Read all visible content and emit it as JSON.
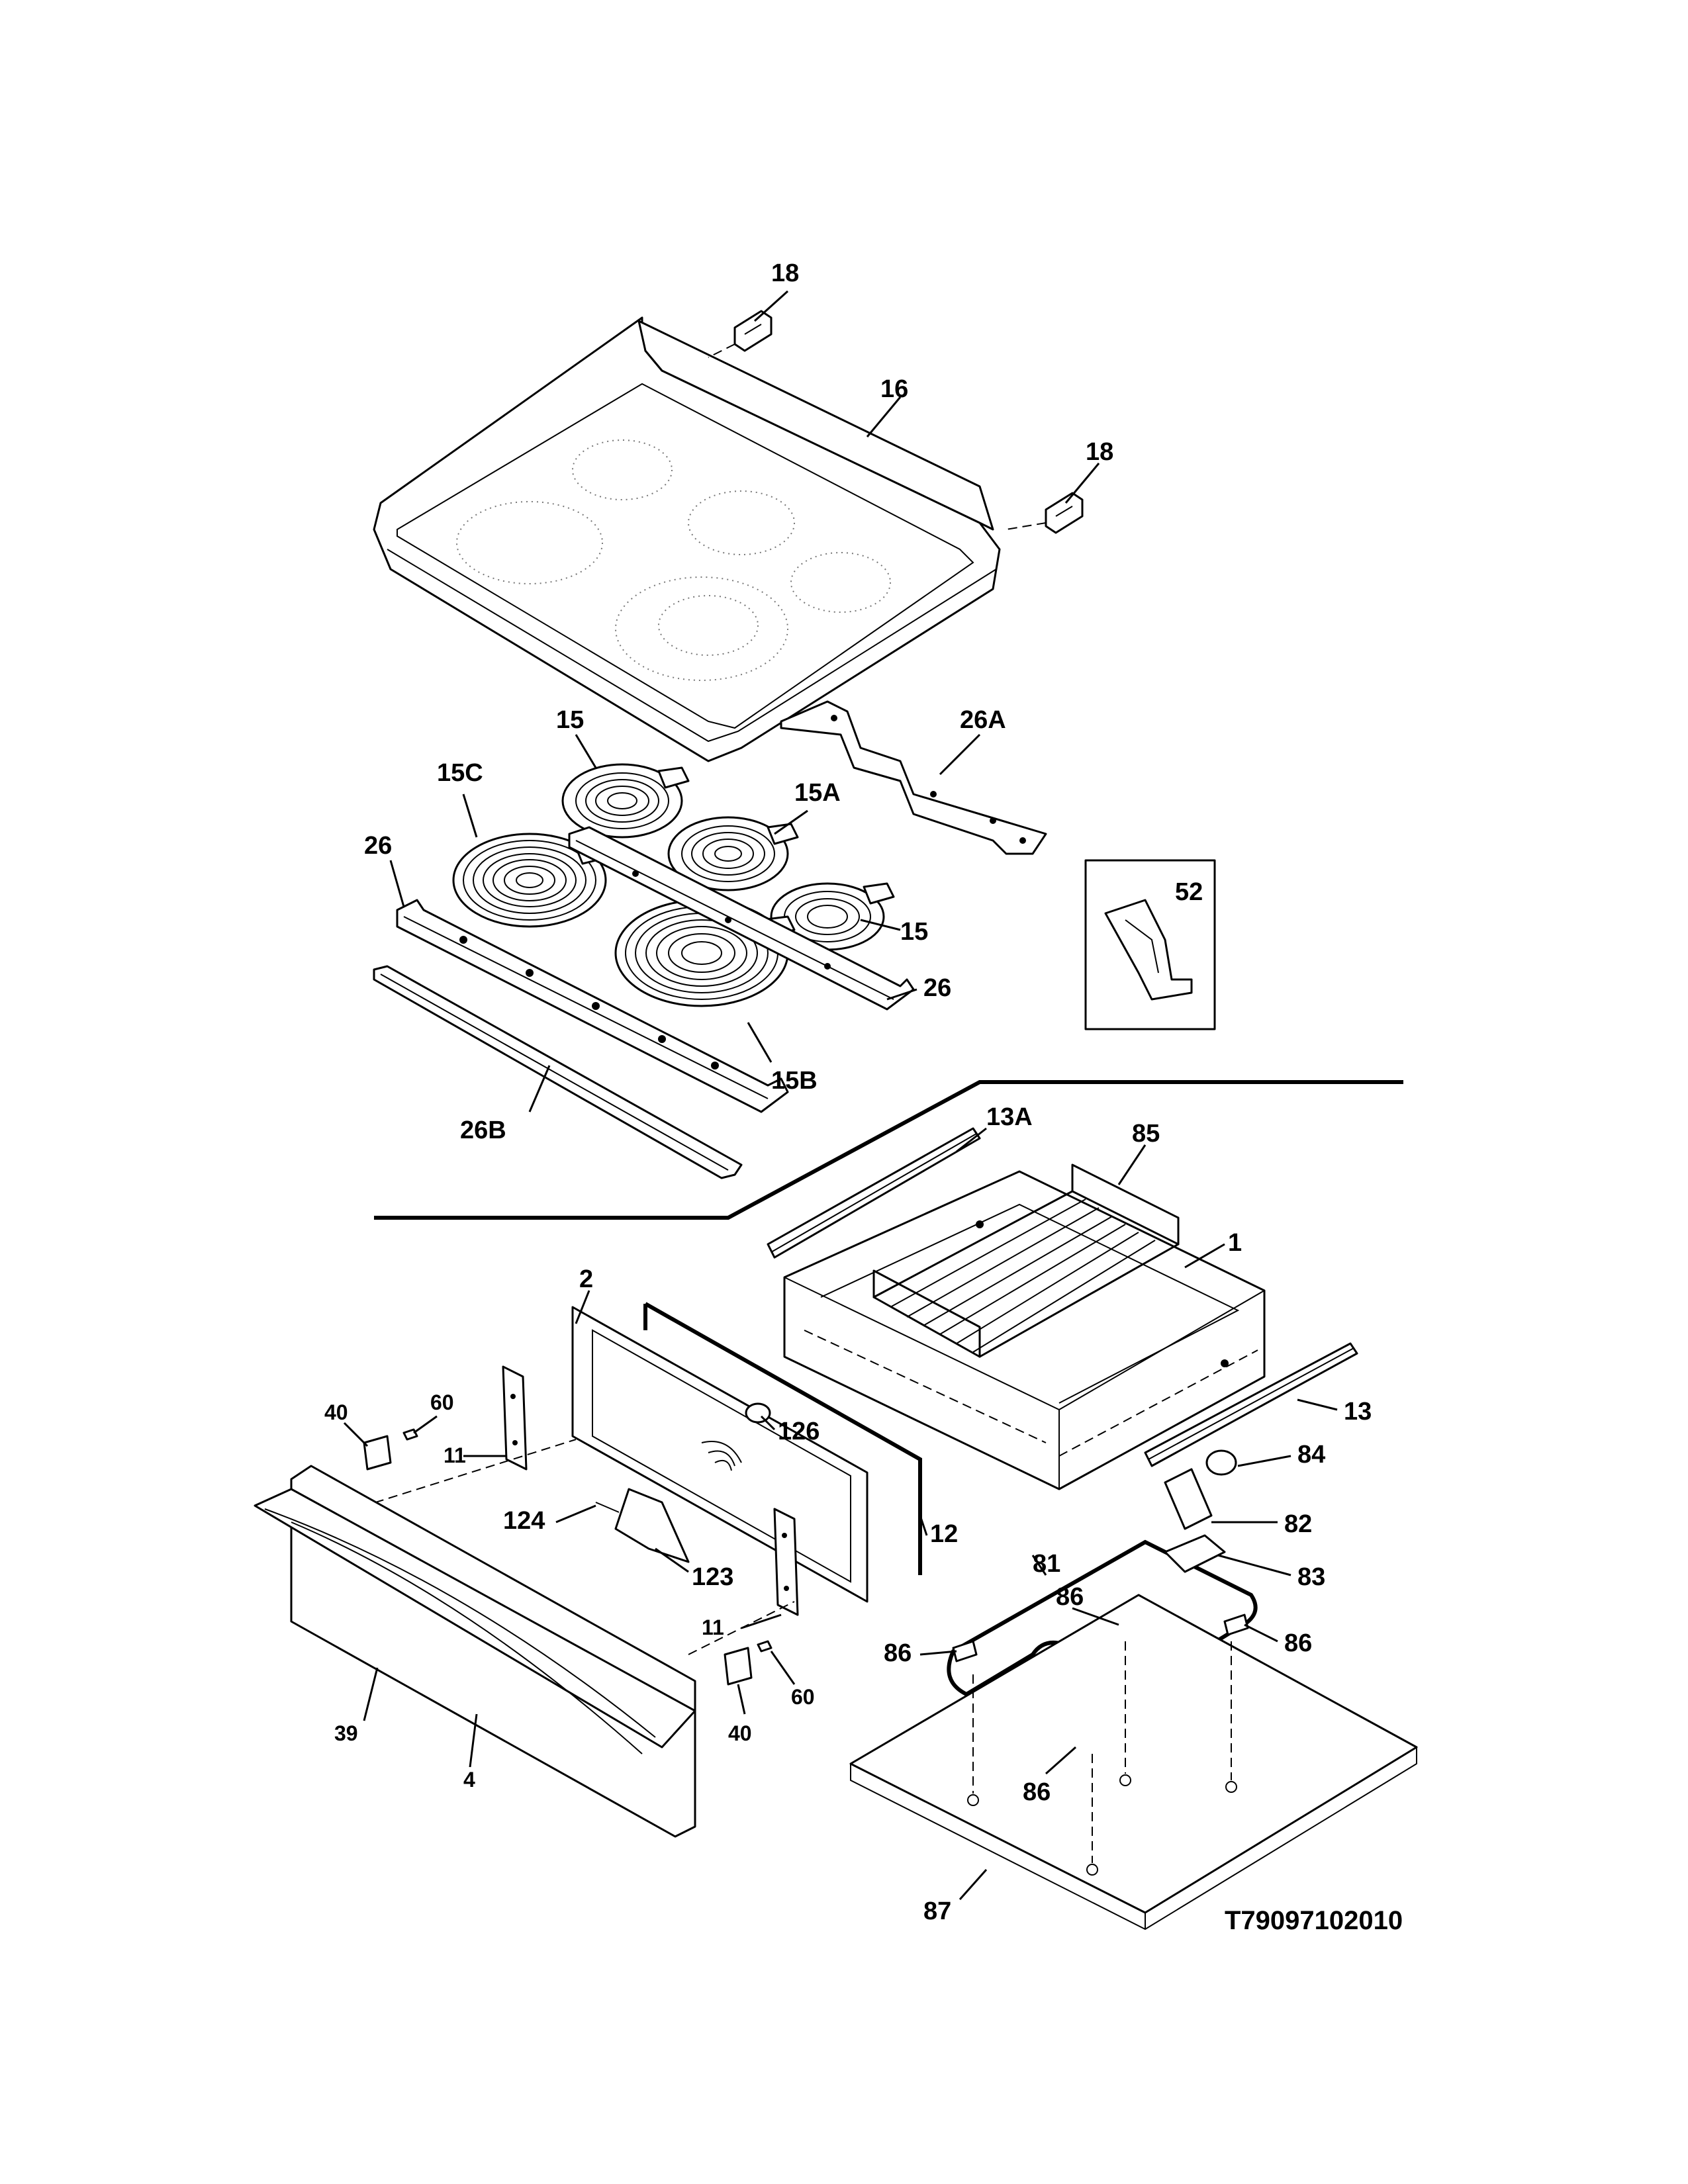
{
  "labels": {
    "p18_top": "18",
    "p16": "16",
    "p18_right": "18",
    "p26A": "26A",
    "p15_top": "15",
    "p15C": "15C",
    "p15A": "15A",
    "p26_left": "26",
    "p52": "52",
    "p15_right": "15",
    "p26_right": "26",
    "p15B": "15B",
    "p26B": "26B",
    "p13A": "13A",
    "p85": "85",
    "p1": "1",
    "p2": "2",
    "p40_top": "40",
    "p60_top": "60",
    "p11_top": "11",
    "p126": "126",
    "p13": "13",
    "p84": "84",
    "p124": "124",
    "p12": "12",
    "p82": "82",
    "p81": "81",
    "p123": "123",
    "p83": "83",
    "p86_top": "86",
    "p11_bottom": "11",
    "p86_left": "86",
    "p86_right": "86",
    "p60_bottom": "60",
    "p39": "39",
    "p40_bottom": "40",
    "p4": "4",
    "p86_bottom": "86",
    "p87": "87"
  },
  "diagram_code": "T79097102010"
}
